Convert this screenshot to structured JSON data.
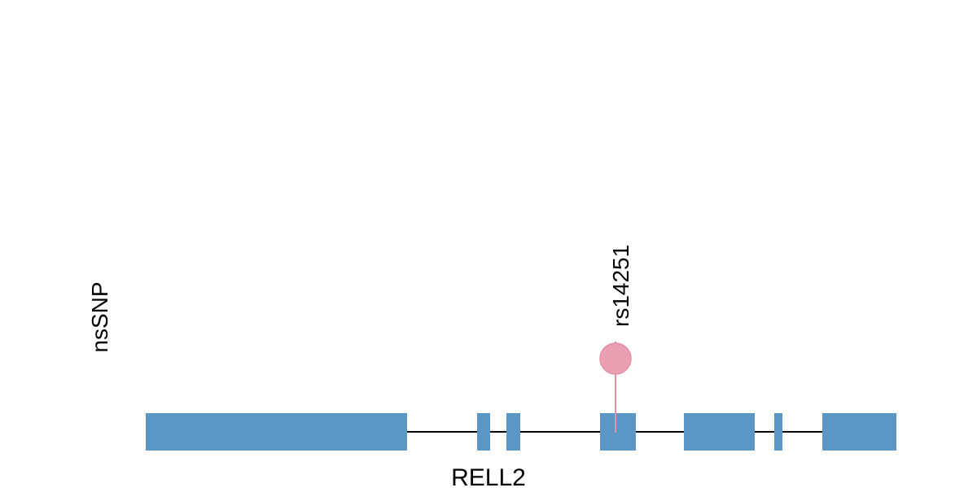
{
  "track_label": "nsSNP",
  "gene": {
    "name": "RELL2",
    "exon_color": "#5b97c4",
    "intron_color": "#000000"
  },
  "variants": [
    {
      "id": "rs14251",
      "color": "#eba0b1",
      "stem_color": "#e28fa8"
    }
  ]
}
